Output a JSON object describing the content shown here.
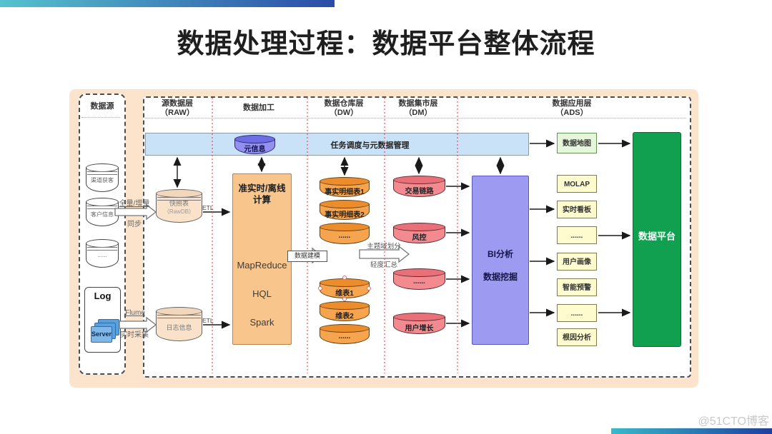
{
  "slide": {
    "title": "数据处理过程：数据平台整体流程",
    "watermark": "@51CTO博客"
  },
  "headers": {
    "source": "数据源",
    "raw": "源数据层",
    "raw_sub": "（RAW）",
    "processing": "数据加工",
    "dw": "数据仓库层",
    "dw_sub": "（DW）",
    "dm": "数据集市层",
    "dm_sub": "（DM）",
    "ads": "数据应用层",
    "ads_sub": "（ADS）"
  },
  "scheduler": {
    "bar_label": "任务调度与元数据管理",
    "meta_db": "元信息"
  },
  "source": {
    "cylinders": [
      "渠道获客",
      "客户信息",
      "......"
    ],
    "log_title": "Log",
    "server_label": "Server"
  },
  "raw": {
    "snapshot_line1": "快照表",
    "snapshot_line2": "（RawDB）",
    "log_db": "日志信息"
  },
  "processing": {
    "title_line1": "准实时/离线",
    "title_line2": "计算",
    "engines": [
      "MapReduce",
      "HQL",
      "Spark"
    ]
  },
  "dw": {
    "fact_tables": [
      "事实明细表1",
      "事实明细表2",
      "......"
    ],
    "dim_tables": [
      "维表1",
      "维表2",
      "......"
    ]
  },
  "dm": {
    "marts": [
      "交易链路",
      "风控",
      "......",
      "用户增长"
    ]
  },
  "ads": {
    "data_map": "数据地图",
    "bi_line1": "BI分析",
    "bi_line2": "数据挖掘",
    "apps": [
      "MOLAP",
      "实时看板",
      "......",
      "用户画像",
      "智能预警",
      "......",
      "根因分析"
    ],
    "platform": "数据平台"
  },
  "edge_labels": {
    "sync_mode": "全量/增量",
    "sync": "同步",
    "flume": "Flume",
    "collect": "实时采集",
    "etl_snapshot": "ETL",
    "etl_log": "ETL",
    "modeling": "数据建模",
    "domain_split": "主题域划分",
    "light_agg": "轻度汇总"
  },
  "palette": {
    "canvas_peach": "#FBE3CC",
    "scheduler_blue": "#C9E2F8",
    "cylinder_orange": "#F6A44E",
    "cylinder_pink": "#F28A90",
    "meta_purple": "#9290F0",
    "bi_purple": "#9C9AF1",
    "app_yellow": "#FEFBCF",
    "map_green": "#E5F6DA",
    "platform_green": "#10A050",
    "layer_line_red": "#FF2A2A",
    "gradient_left": "#56C3CE",
    "gradient_right": "#2B4CA8"
  }
}
